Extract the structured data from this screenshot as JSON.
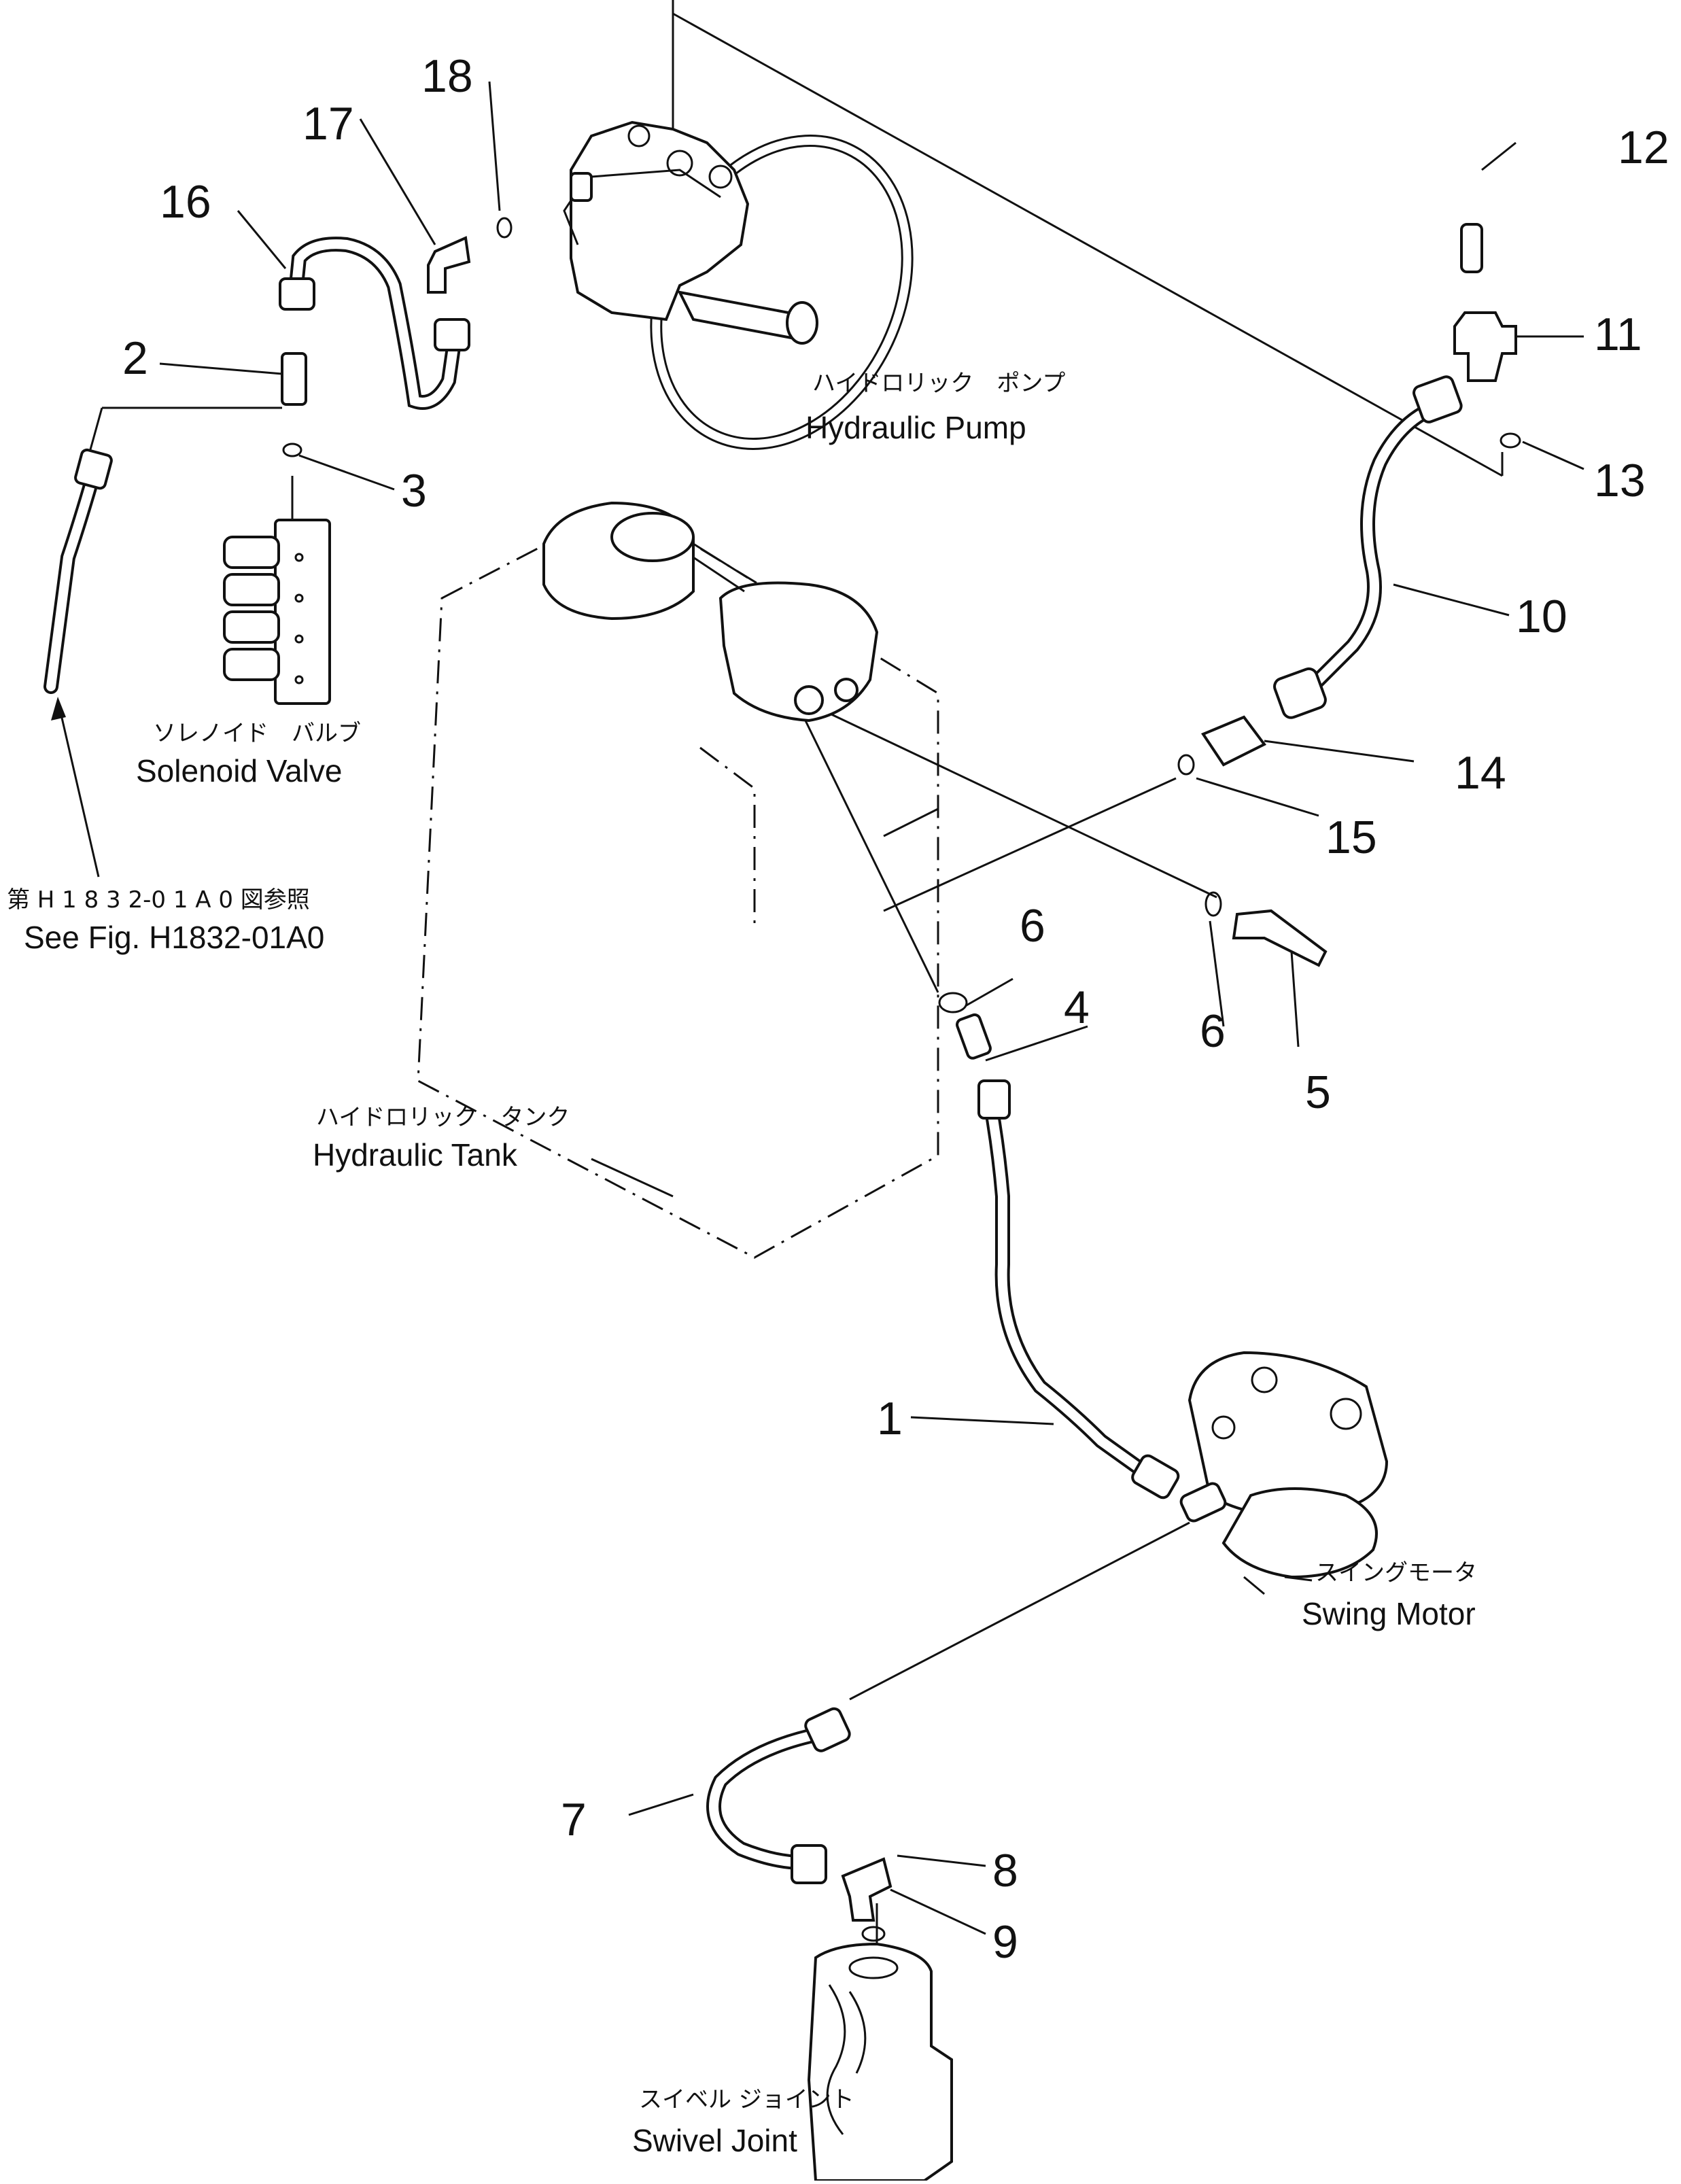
{
  "components": {
    "hydraulic_pump": {
      "jp": "ハイドロリック　ポンプ",
      "en": "Hydraulic Pump"
    },
    "solenoid_valve": {
      "jp": "ソレノイド　バルブ",
      "en": "Solenoid Valve"
    },
    "hydraulic_tank": {
      "jp": "ハイドロリック　タンク",
      "en": "Hydraulic Tank"
    },
    "swing_motor": {
      "jp": "スイングモータ",
      "en": "Swing Motor"
    },
    "swivel_joint": {
      "jp": "スイベル ジョイント",
      "en": "Swivel Joint"
    }
  },
  "reference": {
    "jp": "第 H 1 8 3 2-0 1 A 0 図参照",
    "en": "See Fig. H1832-01A0"
  },
  "callouts": [
    "1",
    "2",
    "3",
    "4",
    "5",
    "6",
    "6",
    "7",
    "8",
    "9",
    "10",
    "11",
    "12",
    "13",
    "14",
    "15",
    "16",
    "17",
    "18"
  ]
}
